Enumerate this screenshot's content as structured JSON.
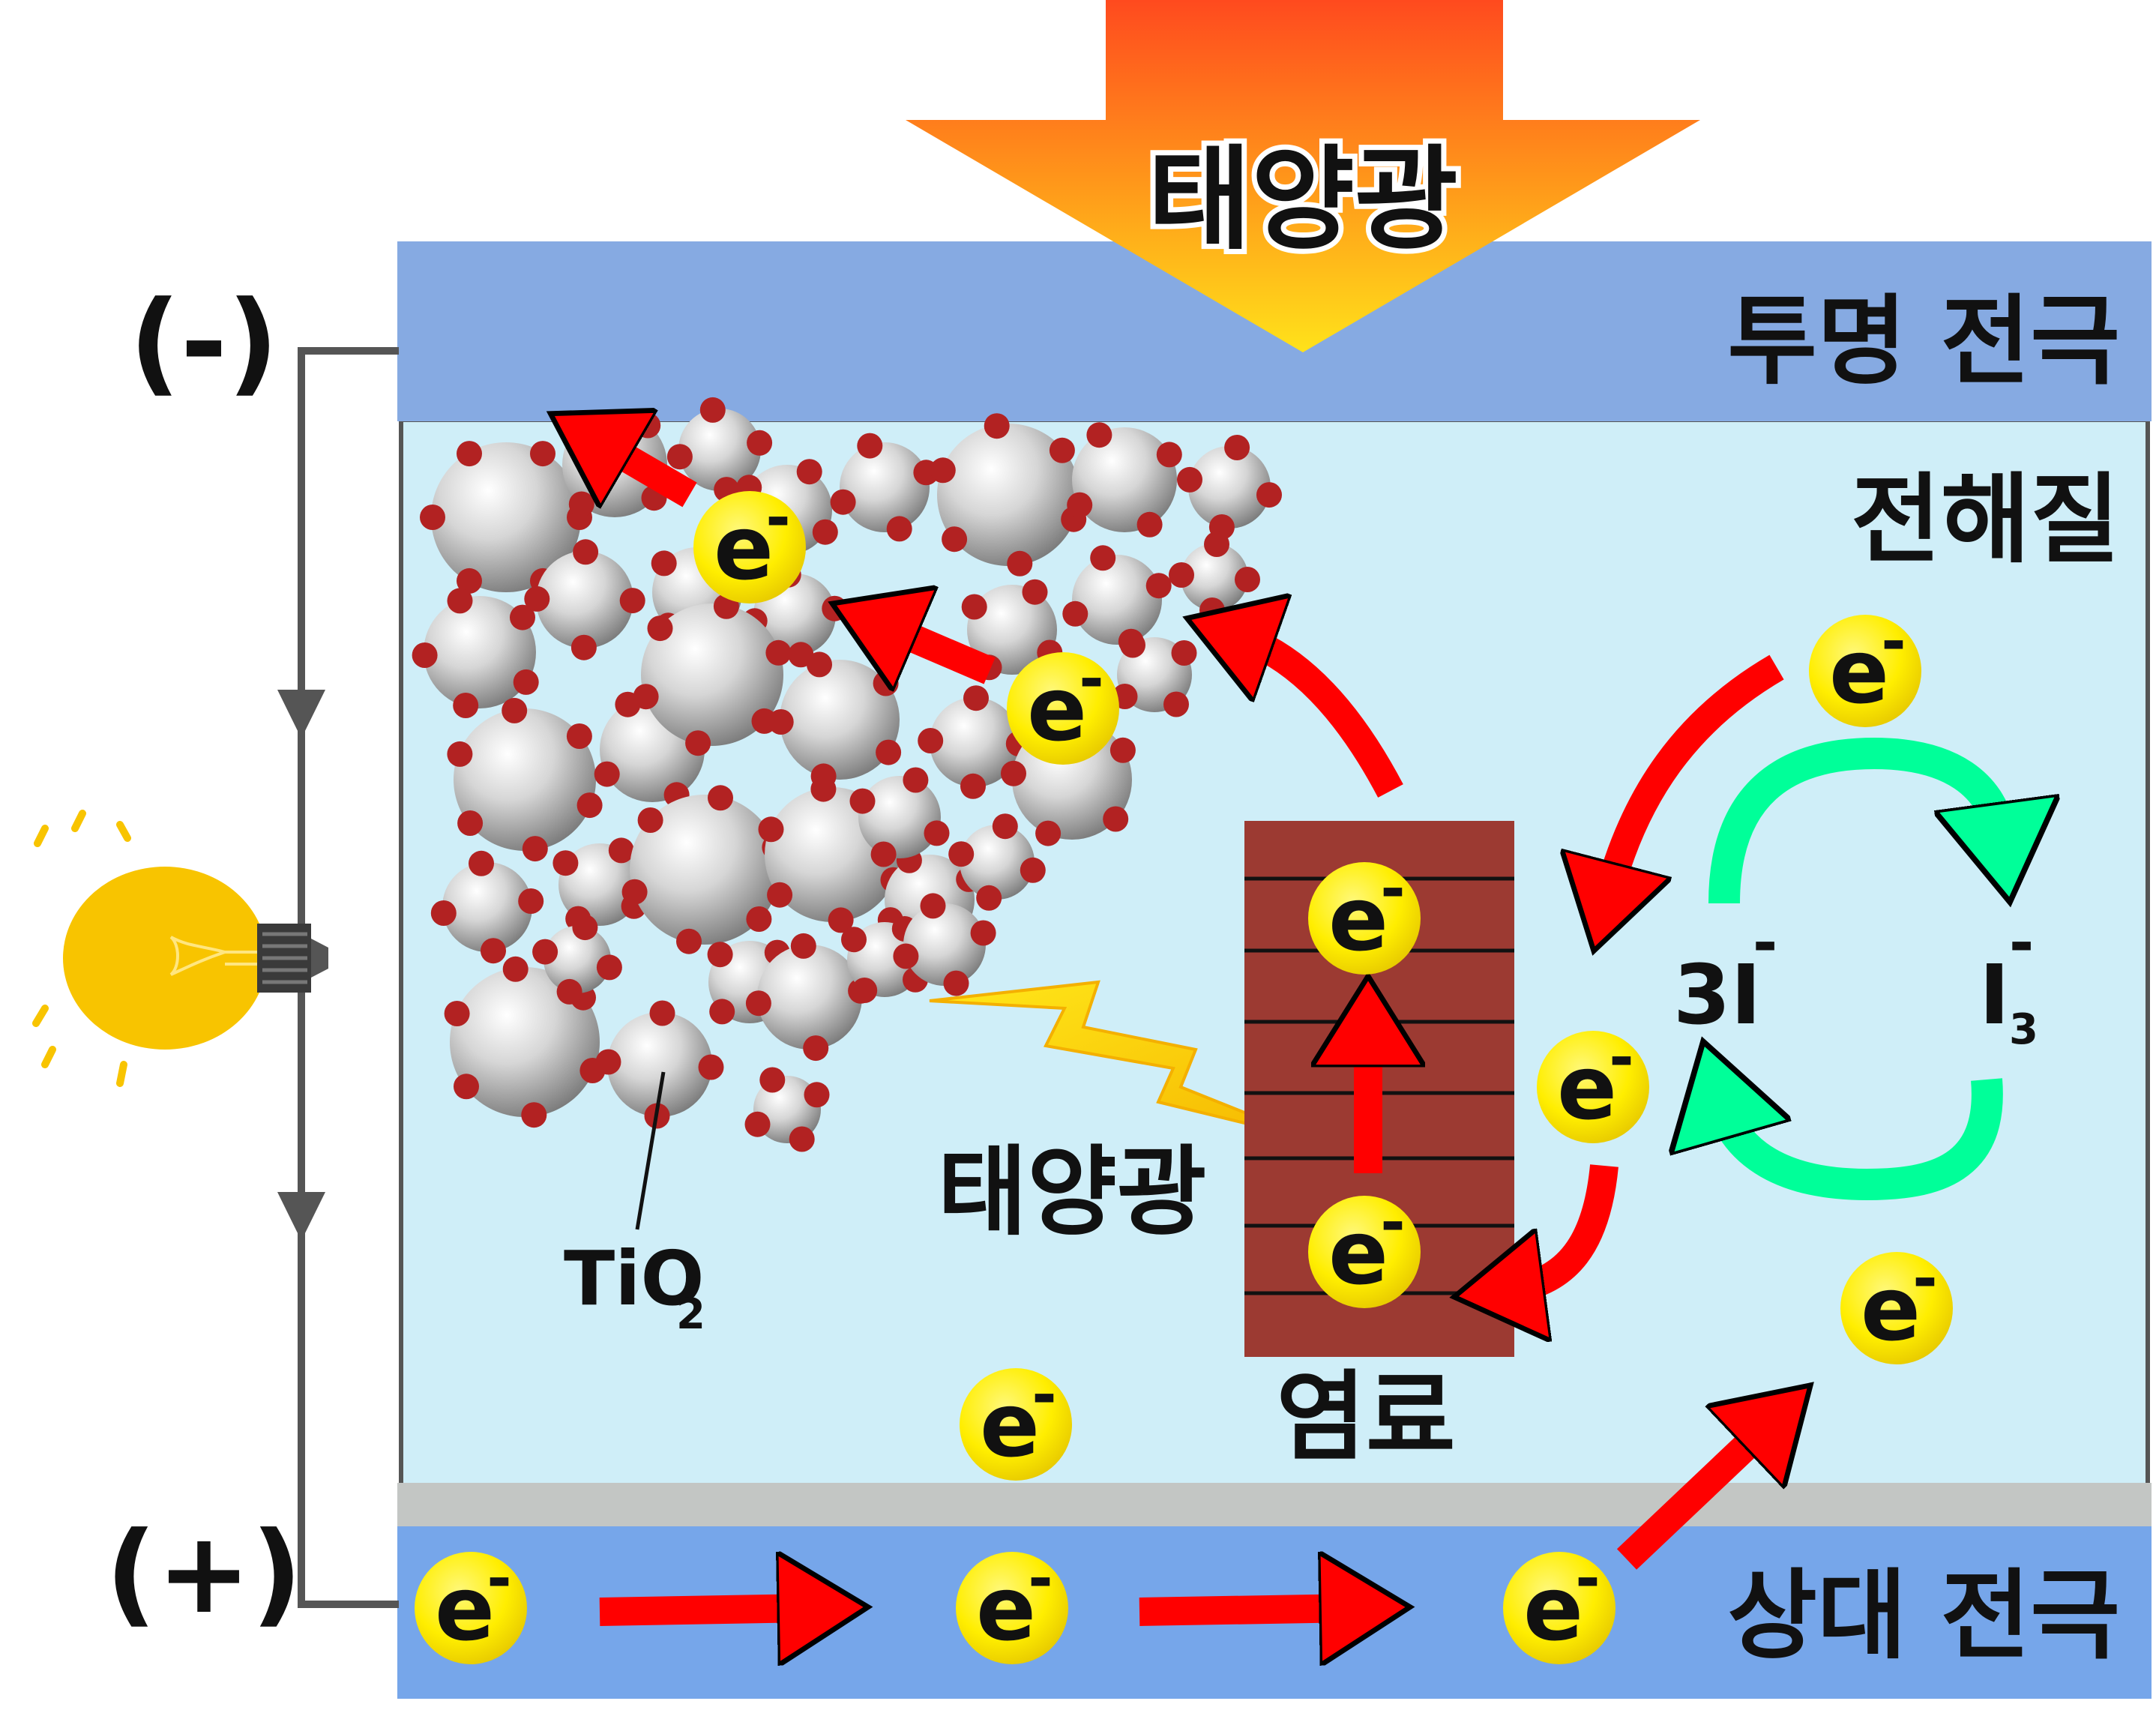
{
  "labels": {
    "sunlight_top": "태양광",
    "transparent_electrode": "투명 전극",
    "electrolyte": "전해질",
    "counter_electrode": "상대 전극",
    "negative_terminal": "(-)",
    "positive_terminal": "(+)",
    "sunlight_inner": "태양광",
    "dye": "염료",
    "tio2_main": "TiO",
    "tio2_sub": "2",
    "iodide": "3I",
    "iodide_charge": "-",
    "triiodide": "I",
    "triiodide_sub": "3",
    "triiodide_charge": "-"
  },
  "electron": {
    "symbol": "e",
    "charge": "-"
  },
  "colors": {
    "electrode": "#86aae2",
    "counter_electrode": "#76a6ea",
    "electrolyte": "#cfeef8",
    "separator": "#c3c6c4",
    "dye": "#9c3a32",
    "electron": "#ffee00",
    "arrow_red": "#ff0000",
    "arrow_green": "#00ff99",
    "bulb": "#f8c400",
    "wire": "#555555",
    "particle_dot": "#b22222"
  },
  "icons": [
    "light-bulb-icon",
    "sun-arrow-icon",
    "lightning-icon"
  ]
}
